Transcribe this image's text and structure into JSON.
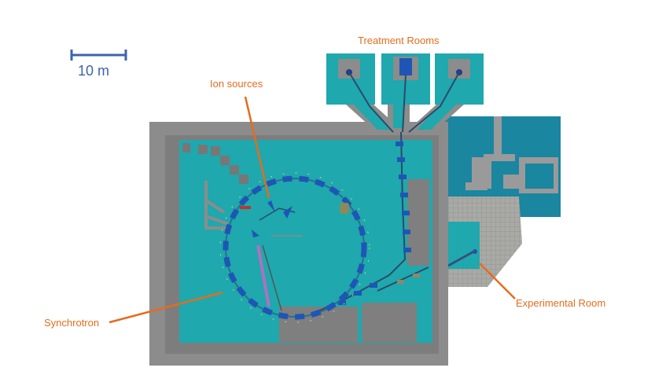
{
  "scale_bar": {
    "label": "10 m"
  },
  "labels": {
    "treatment_rooms": "Treatment Rooms",
    "ion_sources": "Ion sources",
    "synchrotron": "Synchrotron",
    "experimental_room": "Experimental Room"
  },
  "colors": {
    "label_orange": "#e46c1e",
    "scale_blue": "#3a64b0",
    "floor_teal": "#1fa8ad",
    "wall_gray": "#8c8c8c",
    "magnet_blue": "#1e56b5"
  }
}
